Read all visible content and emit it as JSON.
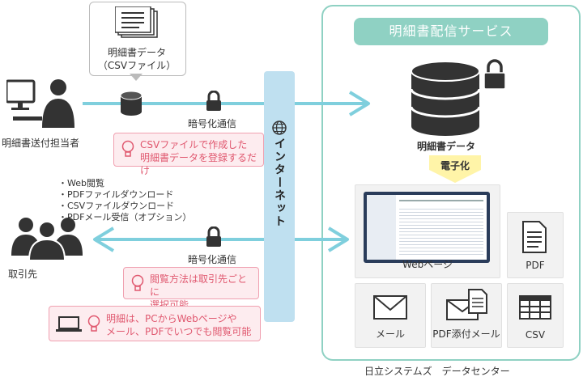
{
  "csv_bubble": {
    "line1": "明細書データ",
    "line2": "（CSVファイル）"
  },
  "sender_label": "明細書送付担当者",
  "encrypted_top": "暗号化通信",
  "encrypted_bottom": "暗号化通信",
  "note_csv": {
    "line1": "CSVファイルで作成した",
    "line2": "明細書データを登録するだけ"
  },
  "internet_label": "インターネット",
  "service_title": "明細書配信サービス",
  "db_label": "明細書データ",
  "digitize_label": "電子化",
  "web_label": "Webページ",
  "pdf_label": "PDF",
  "mail_label": "メール",
  "pdf_mail_label": "PDF添付メール",
  "csv_label": "CSV",
  "client_label": "取引先",
  "client_features": [
    "・Web閲覧",
    "・PDFファイルダウンロード",
    "・CSVファイルダウンロード",
    "・PDFメール受信（オプション）"
  ],
  "note_view": {
    "line1": "閲覧方法は取引先ごとに",
    "line2": "選択可能"
  },
  "note_pc": {
    "line1": "明細は、PCからWebページや",
    "line2": "メール、PDFでいつでも閲覧可能"
  },
  "footer_label": "日立システムズ　データセンター",
  "colors": {
    "teal": "#8fd1c3",
    "arrow": "#7fcfdd",
    "pink": "#e0586f",
    "internet": "#bfe0f0",
    "dark": "#333333"
  }
}
